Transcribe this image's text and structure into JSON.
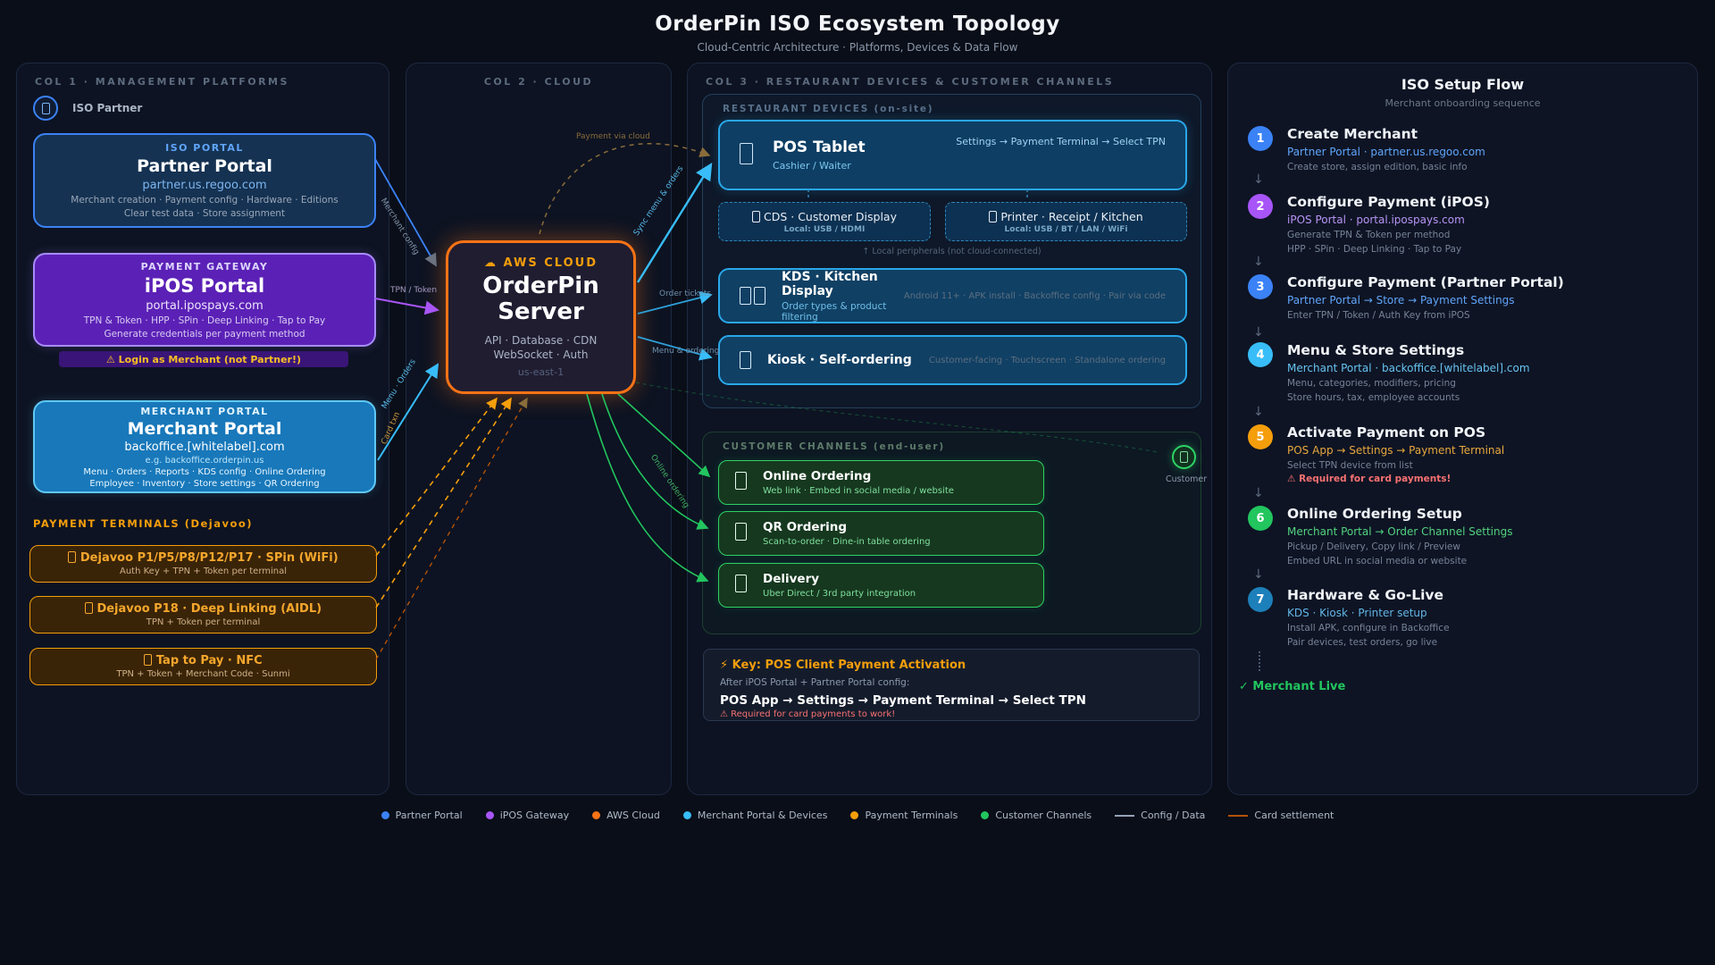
{
  "title": "OrderPin ISO Ecosystem Topology",
  "subtitle": "Cloud-Centric Architecture · Platforms, Devices & Data Flow",
  "col1": {
    "header": "COL 1 · MANAGEMENT PLATFORMS",
    "iso_partner_label": "ISO Partner",
    "iso_portal": {
      "tag": "ISO PORTAL",
      "title": "Partner Portal",
      "url": "partner.us.regoo.com",
      "line1": "Merchant creation · Payment config · Hardware · Editions",
      "line2": "Clear test data · Store assignment"
    },
    "gateway": {
      "tag": "PAYMENT GATEWAY",
      "title": "iPOS Portal",
      "url": "portal.ipospays.com",
      "line1": "TPN & Token · HPP · SPin · Deep Linking · Tap to Pay",
      "line2": "Generate credentials per payment method",
      "warning": "⚠ Login as Merchant (not Partner!)"
    },
    "merchant_portal": {
      "tag": "MERCHANT PORTAL",
      "title": "Merchant Portal",
      "url": "backoffice.[whitelabel].com",
      "example": "e.g. backoffice.orderpin.us",
      "line1": "Menu · Orders · Reports · KDS config · Online Ordering",
      "line2": "Employee · Inventory · Store settings · QR Ordering"
    },
    "terminals": {
      "header": "PAYMENT TERMINALS (Dejavoo)",
      "items": [
        {
          "title": "Dejavoo P1/P5/P8/P12/P17 · SPin (WiFi)",
          "sub": "Auth Key + TPN + Token per terminal"
        },
        {
          "title": "Dejavoo P18 · Deep Linking (AIDL)",
          "sub": "TPN + Token per terminal"
        },
        {
          "title": "Tap to Pay · NFC",
          "sub": "TPN + Token + Merchant Code · Sunmi"
        }
      ]
    }
  },
  "col2": {
    "header": "COL 2 · CLOUD",
    "cloud": {
      "tag": "☁ AWS CLOUD",
      "title_line1": "OrderPin",
      "title_line2": "Server",
      "line1": "API · Database · CDN",
      "line2": "WebSocket · Auth",
      "region": "us-east-1"
    }
  },
  "col3": {
    "header": "COL 3 · RESTAURANT DEVICES & CUSTOMER CHANNELS",
    "devices": {
      "header": "RESTAURANT DEVICES (on-site)",
      "pos": {
        "title": "POS Tablet",
        "sub": "Cashier / Waiter",
        "right": "Settings → Payment Terminal → Select TPN"
      },
      "cds": {
        "title": "CDS · Customer Display",
        "sub": "Local: USB / HDMI"
      },
      "printer": {
        "title": "Printer · Receipt / Kitchen",
        "sub": "Local: USB / BT / LAN / WiFi"
      },
      "peripherals_note": "↑ Local peripherals (not cloud-connected)",
      "kds": {
        "title": "KDS · Kitchen Display",
        "sub": "Order types & product filtering",
        "right": "Android 11+ · APK install · Backoffice config · Pair via code"
      },
      "kiosk": {
        "title": "Kiosk · Self-ordering",
        "right": "Customer-facing · Touchscreen · Standalone ordering"
      }
    },
    "channels": {
      "header": "CUSTOMER CHANNELS (end-user)",
      "customer_label": "Customer",
      "items": [
        {
          "title": "Online Ordering",
          "sub": "Web link · Embed in social media / website"
        },
        {
          "title": "QR Ordering",
          "sub": "Scan-to-order · Dine-in table ordering"
        },
        {
          "title": "Delivery",
          "sub": "Uber Direct / 3rd party integration"
        }
      ]
    },
    "key_box": {
      "title": "⚡ Key: POS Client Payment Activation",
      "line1": "After iPOS Portal + Partner Portal config:",
      "line2": "POS App → Settings → Payment Terminal → Select TPN",
      "warning": "⚠ Required for card payments to work!"
    }
  },
  "edges": {
    "merchant_config": "Merchant config",
    "tpn_token": "TPN / Token",
    "menu_orders": "Menu · Orders",
    "card_txn": "Card txn",
    "payment_via_cloud": "Payment via cloud",
    "sync_menu_orders": "Sync menu & orders",
    "order_tickets": "Order tickets",
    "menu_ordering": "Menu & ordering",
    "online_ordering": "Online ordering"
  },
  "flow": {
    "title": "ISO Setup Flow",
    "subtitle": "Merchant onboarding sequence",
    "arrow": "↓",
    "done": "✓ Merchant Live",
    "steps": [
      {
        "num": "1",
        "color": "#3b82f6",
        "title": "Create Merchant",
        "link": "Partner Portal · partner.us.regoo.com",
        "link_color": "#60a5fa",
        "detail1": "Create store, assign edition, basic info"
      },
      {
        "num": "2",
        "color": "#a855f7",
        "title": "Configure Payment (iPOS)",
        "link": "iPOS Portal · portal.ipospays.com",
        "link_color": "#b794f4",
        "detail1": "Generate TPN & Token per method",
        "detail2": "HPP · SPin · Deep Linking · Tap to Pay"
      },
      {
        "num": "3",
        "color": "#3b82f6",
        "title": "Configure Payment (Partner Portal)",
        "link": "Partner Portal → Store → Payment Settings",
        "link_color": "#60a5fa",
        "detail1": "Enter TPN / Token / Auth Key from iPOS"
      },
      {
        "num": "4",
        "color": "#38bdf8",
        "title": "Menu & Store Settings",
        "link": "Merchant Portal · backoffice.[whitelabel].com",
        "link_color": "#67c3f0",
        "detail1": "Menu, categories, modifiers, pricing",
        "detail2": "Store hours, tax, employee accounts"
      },
      {
        "num": "5",
        "color": "#f59e0b",
        "title": "Activate Payment on POS",
        "link": "POS App → Settings → Payment Terminal",
        "link_color": "#e8a83c",
        "detail1": "Select TPN device from list",
        "warning": "⚠ Required for card payments!"
      },
      {
        "num": "6",
        "color": "#22c55e",
        "title": "Online Ordering Setup",
        "link": "Merchant Portal → Order Channel Settings",
        "link_color": "#52d27f",
        "detail1": "Pickup / Delivery, Copy link / Preview",
        "detail2": "Embed URL in social media or website"
      },
      {
        "num": "7",
        "color": "#1d80ba",
        "title": "Hardware & Go-Live",
        "link": "KDS · Kiosk · Printer setup",
        "link_color": "#62b5e6",
        "detail1": "Install APK, configure in Backoffice",
        "detail2": "Pair devices, test orders, go live"
      }
    ]
  },
  "legend": {
    "items": [
      {
        "label": "Partner Portal",
        "color": "#3b82f6"
      },
      {
        "label": "iPOS Gateway",
        "color": "#a855f7"
      },
      {
        "label": "AWS Cloud",
        "color": "#f97316"
      },
      {
        "label": "Merchant Portal & Devices",
        "color": "#38bdf8"
      },
      {
        "label": "Payment Terminals",
        "color": "#f59e0b"
      },
      {
        "label": "Customer Channels",
        "color": "#22c55e"
      },
      {
        "label": "Config / Data",
        "color": "#94a3b8"
      },
      {
        "label": "Card settlement",
        "color": "#b45309"
      }
    ]
  }
}
